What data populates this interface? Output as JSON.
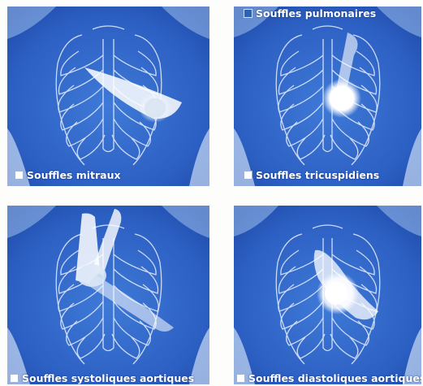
{
  "panels": [
    {
      "id": "mitral",
      "label": "Souffles mitraux"
    },
    {
      "id": "pulmonary",
      "label": "Souffles pulmonaires"
    },
    {
      "id": "tricuspid",
      "label": "Souffles tricuspidiens"
    },
    {
      "id": "aortic-systolic",
      "label": "Souffles systoliques aortiques"
    },
    {
      "id": "aortic-diastolic",
      "label": "Souffles diastoliques aortiques"
    }
  ],
  "colors": {
    "chest_blue": "#2e63c8",
    "dark_blue": "#1b45a8",
    "light_blue": "#b9d1f2",
    "rib_line": "#e8f0ff",
    "glow": "#ffffff",
    "page_bg": "#fdfdfb"
  }
}
